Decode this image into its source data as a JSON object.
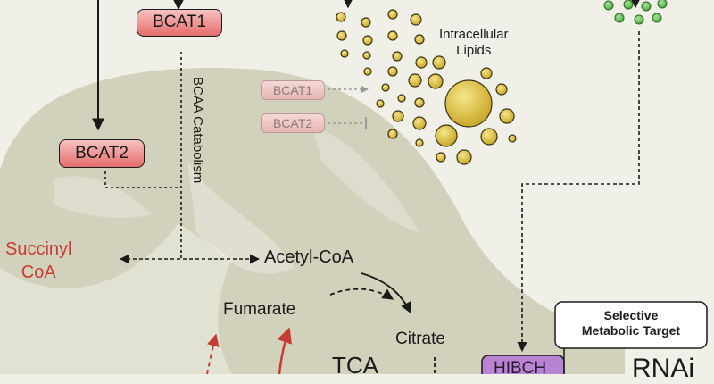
{
  "enzymes": {
    "bcat1": "BCAT1",
    "bcat2": "BCAT2",
    "bcat1_faded": "BCAT1",
    "bcat2_faded": "BCAT2"
  },
  "labels": {
    "bcaa_catabolism": "BCAA Catabolism",
    "intracellular_lipids_line1": "Intracellular",
    "intracellular_lipids_line2": "Lipids",
    "succinyl_line1": "Succinyl",
    "succinyl_line2": "CoA",
    "acetyl_coa": "Acetyl-CoA",
    "fumarate": "Fumarate",
    "citrate": "Citrate",
    "tca": "TCA",
    "rnai": "RNAi",
    "target_line1": "Selective",
    "target_line2": "Metabolic Target",
    "hibch": "HIBCH"
  },
  "colors": {
    "background": "#f1f0e8",
    "mitochondrion": "#c9c8b0",
    "enzyme_red": "#e56d6b",
    "succinyl_text": "#c63c35",
    "lipid_yellow": "#e3c53a",
    "green_dot": "#6fc45c",
    "hibch_purple": "#a25cc5",
    "arrow_red": "#c63c35"
  }
}
